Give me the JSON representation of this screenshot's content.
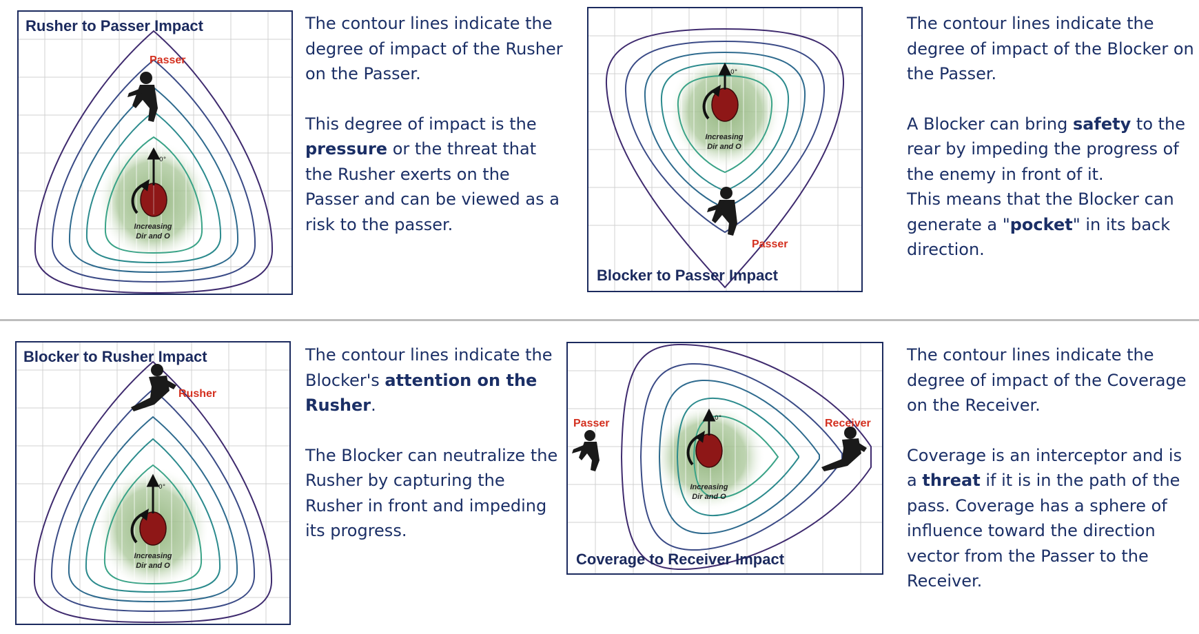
{
  "panels": [
    {
      "title": "Rusher to Passer Impact",
      "target_label": "Passer",
      "origin_label": "Increasing Dir and O",
      "angle_label": "0°"
    },
    {
      "title": "Blocker to Passer Impact",
      "target_label": "Passer",
      "origin_label": "Increasing Dir and O",
      "angle_label": "0°"
    },
    {
      "title": "Blocker to Rusher Impact",
      "target_label": "Rusher",
      "origin_label": "Increasing Dir and O",
      "angle_label": "0°"
    },
    {
      "title": "Coverage to Receiver Impact",
      "passer_label": "Passer",
      "target_label": "Receiver",
      "origin_label": "Increasing Dir and O",
      "angle_label": "0°"
    }
  ],
  "descriptions": {
    "rusher_passer": {
      "p1": "The contour lines indicate the degree of impact of the Rusher on the Passer.",
      "p2_pre": "This degree of impact is the ",
      "p2_bold": "pressure",
      "p2_post": " or the threat that the Rusher exerts on the Passer and can be viewed as a risk to the passer."
    },
    "blocker_passer": {
      "p1": "The contour lines indicate the degree of impact of the Blocker on the Passer.",
      "p2_pre": "A Blocker can bring ",
      "p2_bold": "safety",
      "p2_post": " to the rear by impeding the progress of the enemy in front of it.",
      "p3_pre": "This means that the Blocker can generate a \"",
      "p3_bold": "pocket",
      "p3_post": "\" in its back direction."
    },
    "blocker_rusher": {
      "p1_pre": "The contour lines indicate the Blocker's ",
      "p1_bold": "attention on the Rusher",
      "p1_post": ".",
      "p2": "The Blocker can neutralize the Rusher by capturing the Rusher in front and impeding its progress."
    },
    "coverage_receiver": {
      "p1": "The contour lines indicate the degree of impact of the Coverage on the Receiver.",
      "p2_pre": "Coverage is an interceptor and is a ",
      "p2_bold": "threat",
      "p2_post": " if it is in the path of the pass. Coverage has a sphere of influence toward the direction vector from the Passer to the Receiver."
    }
  },
  "colors": {
    "frame": "#1b2a5e",
    "text": "#1b2f66",
    "label_red": "#d4301f",
    "field_green": "#9fbf8e",
    "ball": "#8e1717",
    "contours": [
      "#3e2a6e",
      "#3a4a86",
      "#2e6a8e",
      "#2b8a8d",
      "#3aa387",
      "#66bb82"
    ]
  },
  "icons": [
    "football-icon",
    "player-silhouette-icon",
    "direction-arrow-icon"
  ]
}
